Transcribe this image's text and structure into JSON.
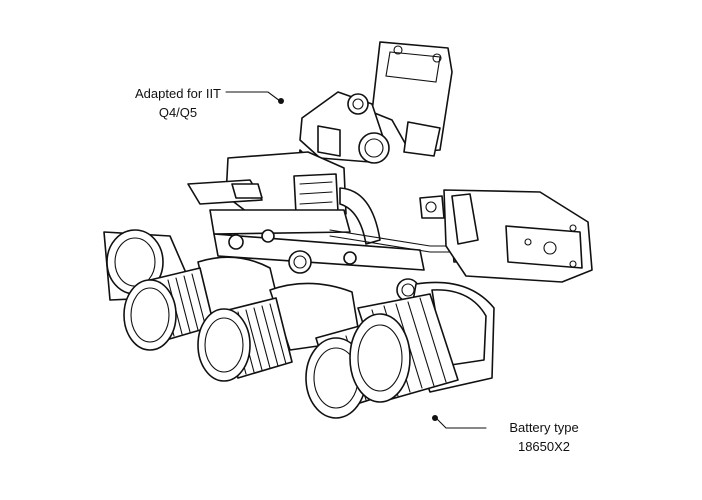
{
  "callouts": {
    "top": {
      "line1": "Adapted for IIT",
      "line2": "Q4/Q5"
    },
    "bottom": {
      "line1": "Battery type",
      "line2": "18650X2"
    }
  },
  "colors": {
    "line": "#111111",
    "background": "#ffffff"
  },
  "icons": {
    "device": "night-vision-goggle-drawing"
  }
}
